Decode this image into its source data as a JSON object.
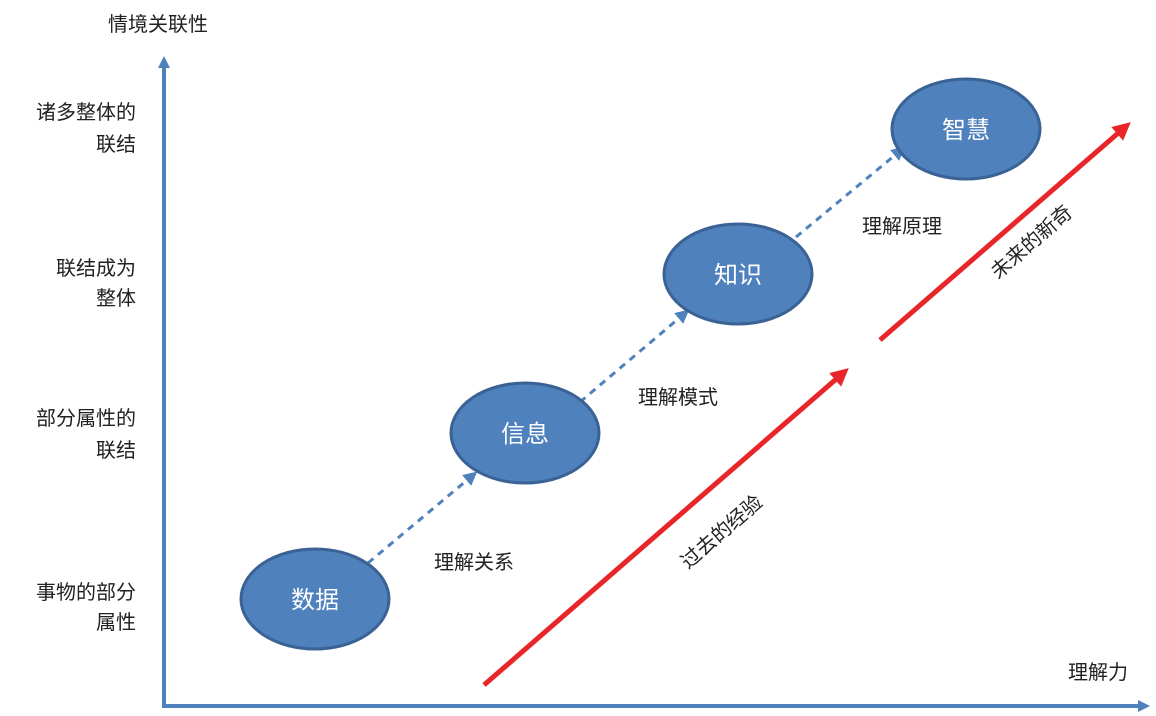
{
  "axes": {
    "y_title": "情境关联性",
    "x_title": "理解力",
    "y_levels": [
      {
        "line1": "事物的部分",
        "line2": "属性"
      },
      {
        "line1": "部分属性的",
        "line2": "联结"
      },
      {
        "line1": "联结成为",
        "line2": "整体"
      },
      {
        "line1": "诸多整体的",
        "line2": "联结"
      }
    ]
  },
  "nodes": [
    {
      "label": "数据"
    },
    {
      "label": "信息"
    },
    {
      "label": "知识"
    },
    {
      "label": "智慧"
    }
  ],
  "transitions": [
    "理解关系",
    "理解模式",
    "理解原理"
  ],
  "arrows": {
    "past": "过去的经验",
    "future": "未来的新奇"
  },
  "colors": {
    "axis": "#4f81bd",
    "node_fill": "#4f81bd",
    "node_stroke": "#3a6294",
    "dashed": "#4f81bd",
    "red_arrow": "#e8262a"
  }
}
